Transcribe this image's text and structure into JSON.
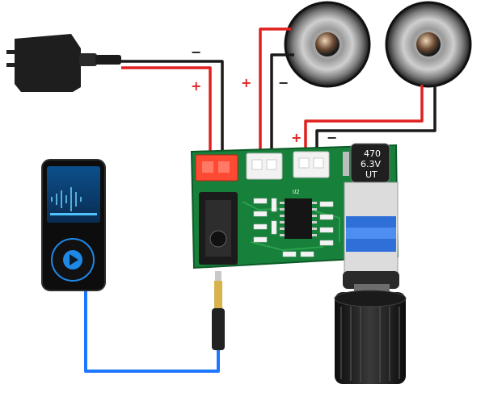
{
  "labels": {
    "power_minus": "−",
    "power_plus": "+",
    "left_plus": "+",
    "left_minus": "−",
    "right_plus": "+",
    "right_minus": "−"
  },
  "capacitor": {
    "line1": "470",
    "line2": "6.3V",
    "line3": "UT"
  },
  "board": {
    "ic_label": "U2"
  },
  "colors": {
    "wire_red": "#e02020",
    "wire_black": "#1a1a1a",
    "wire_blue": "#1e78ff",
    "pcb_green": "#17803a",
    "connector_red": "#ff4a33",
    "connector_white": "#f2f2f2"
  }
}
